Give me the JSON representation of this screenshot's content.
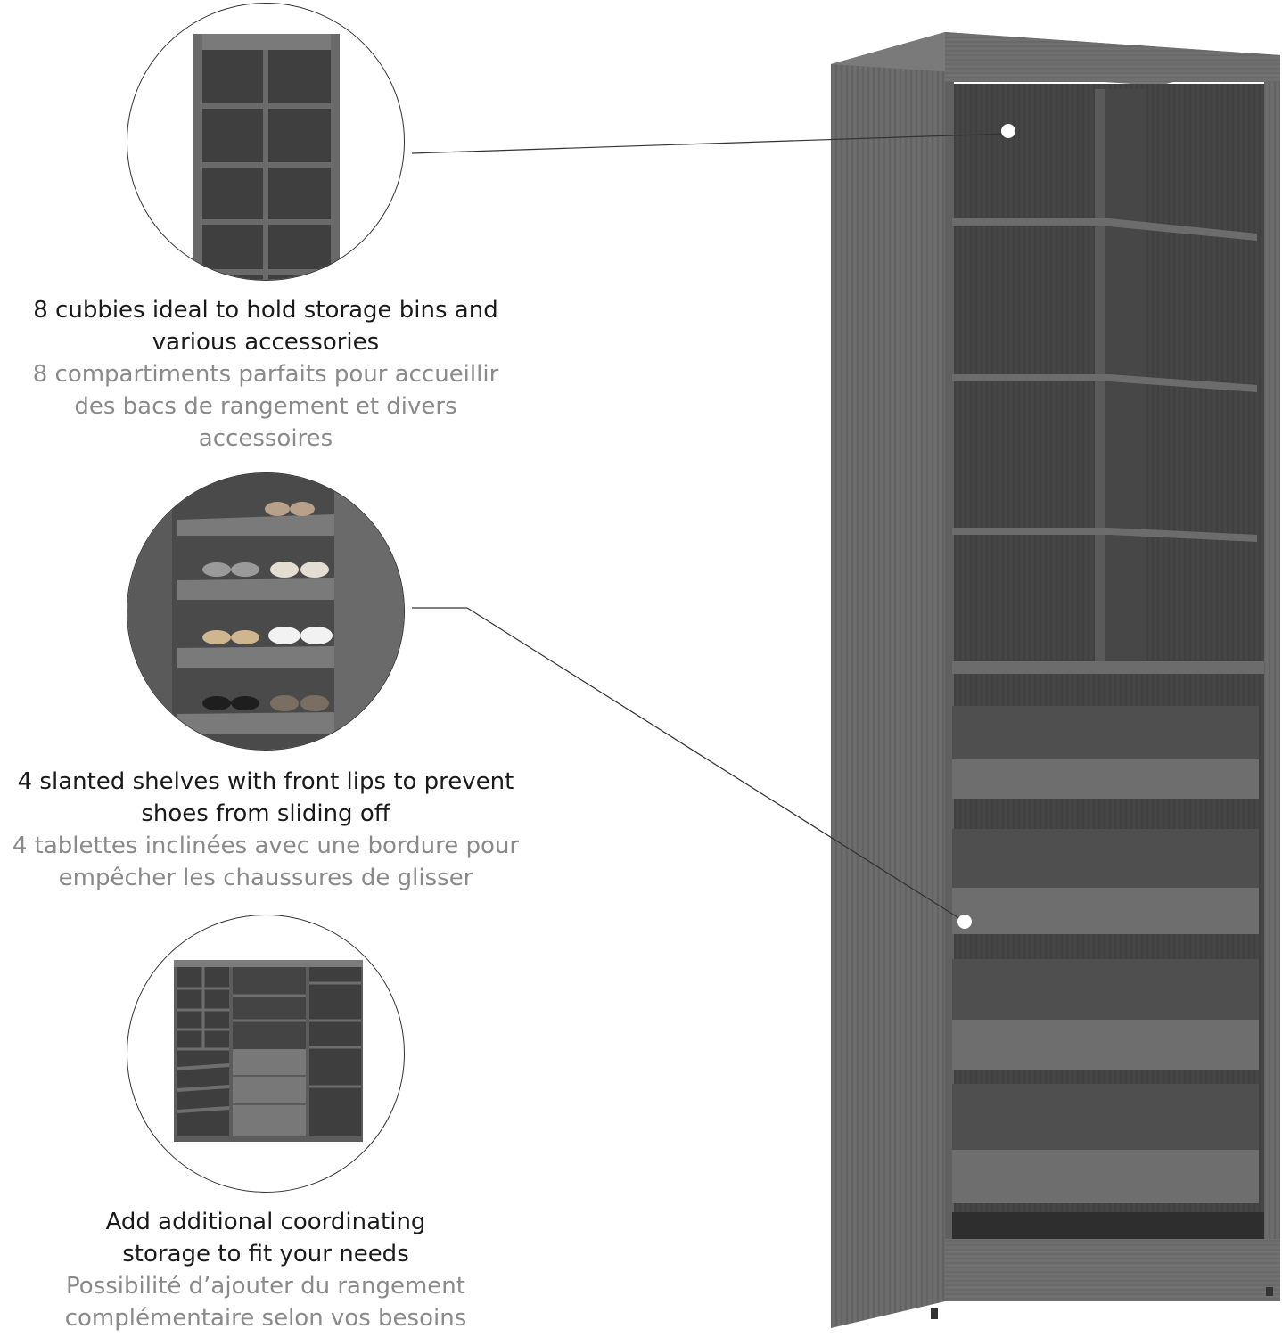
{
  "callouts": [
    {
      "icon": "cubby-unit-closeup",
      "en": [
        "8 cubbies ideal to hold storage bins and",
        "various accessories"
      ],
      "fr": [
        "8 compartiments parfaits pour accueillir",
        "des bacs de rangement et divers",
        "accessoires"
      ]
    },
    {
      "icon": "shoe-shelf-closeup",
      "en": [
        "4 slanted shelves with front lips to prevent",
        "shoes from sliding off"
      ],
      "fr": [
        "4 tablettes inclinées avec une bordure pour",
        "empêcher les chaussures de glisser"
      ]
    },
    {
      "icon": "closet-system-closeup",
      "en": [
        "Add additional coordinating",
        "storage to fit your needs"
      ],
      "fr": [
        "Possibilité d’ajouter du rangement",
        "complémentaire selon vos besoins"
      ]
    }
  ],
  "colors": {
    "text_primary": "#1a1a1a",
    "text_secondary": "#8a8a8a",
    "wood_light": "#6e6e6e",
    "wood_mid": "#555555",
    "wood_dark": "#3a3a3a",
    "background": "#ffffff"
  }
}
